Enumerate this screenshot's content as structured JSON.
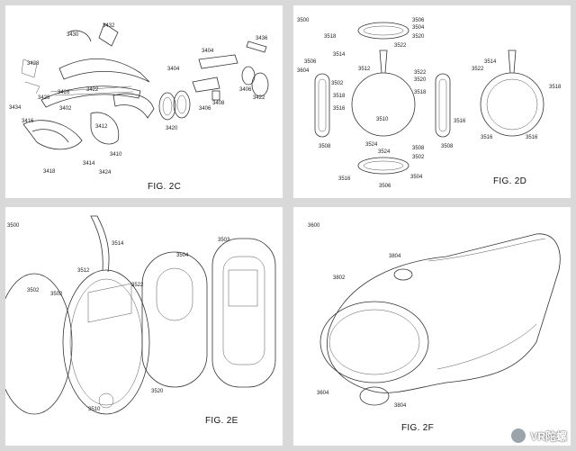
{
  "panels": [
    {
      "figure": "FIG. 2C",
      "labels": [
        "3432",
        "3430",
        "3428",
        "3426",
        "3426",
        "3422",
        "3402",
        "3434",
        "3416",
        "3418",
        "3414",
        "3424",
        "3412",
        "3410",
        "3404",
        "3404",
        "3406",
        "3408",
        "3420",
        "3436",
        "3422",
        "3406"
      ]
    },
    {
      "figure": "FIG. 2D",
      "labels": [
        "3500",
        "3506",
        "3504",
        "3518",
        "3520",
        "3522",
        "3514",
        "3512",
        "3506",
        "3604",
        "3502",
        "3518",
        "3516",
        "3508",
        "3510",
        "3524",
        "3524",
        "3508",
        "3502",
        "3516",
        "3504",
        "3506",
        "3522",
        "3520",
        "3518",
        "3516",
        "3508",
        "3514",
        "3522",
        "3518",
        "3516",
        "3516"
      ]
    },
    {
      "figure": "FIG. 2E",
      "labels": [
        "3514",
        "3503",
        "3504",
        "3512",
        "3502",
        "3522",
        "3502",
        "3520",
        "3510",
        "3500"
      ]
    },
    {
      "figure": "FIG. 2F",
      "labels": [
        "3600",
        "3804",
        "3802",
        "3604",
        "3804"
      ]
    }
  ],
  "watermark": {
    "text": "VR陀螺"
  }
}
